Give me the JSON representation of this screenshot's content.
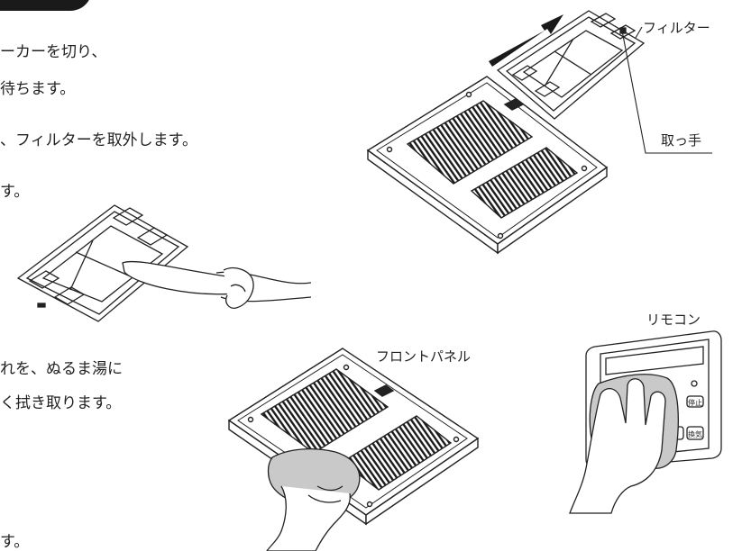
{
  "instructions": {
    "line1": "ーカーを切り、",
    "line2": "待ちます。",
    "line3": "、フィルターを取外します。",
    "line4": "す。",
    "line5": "れを、ぬるま湯に",
    "line6": "く拭き取ります。",
    "line7": "す。"
  },
  "labels": {
    "filter": "フィルター",
    "handle": "取っ手",
    "remote": "リモコン",
    "front_panel": "フロントパネル"
  },
  "remote_buttons": {
    "stop": "停止",
    "exhaust": "換気"
  },
  "colors": {
    "ink": "#222222",
    "header_tab": "#1a1a1a"
  }
}
